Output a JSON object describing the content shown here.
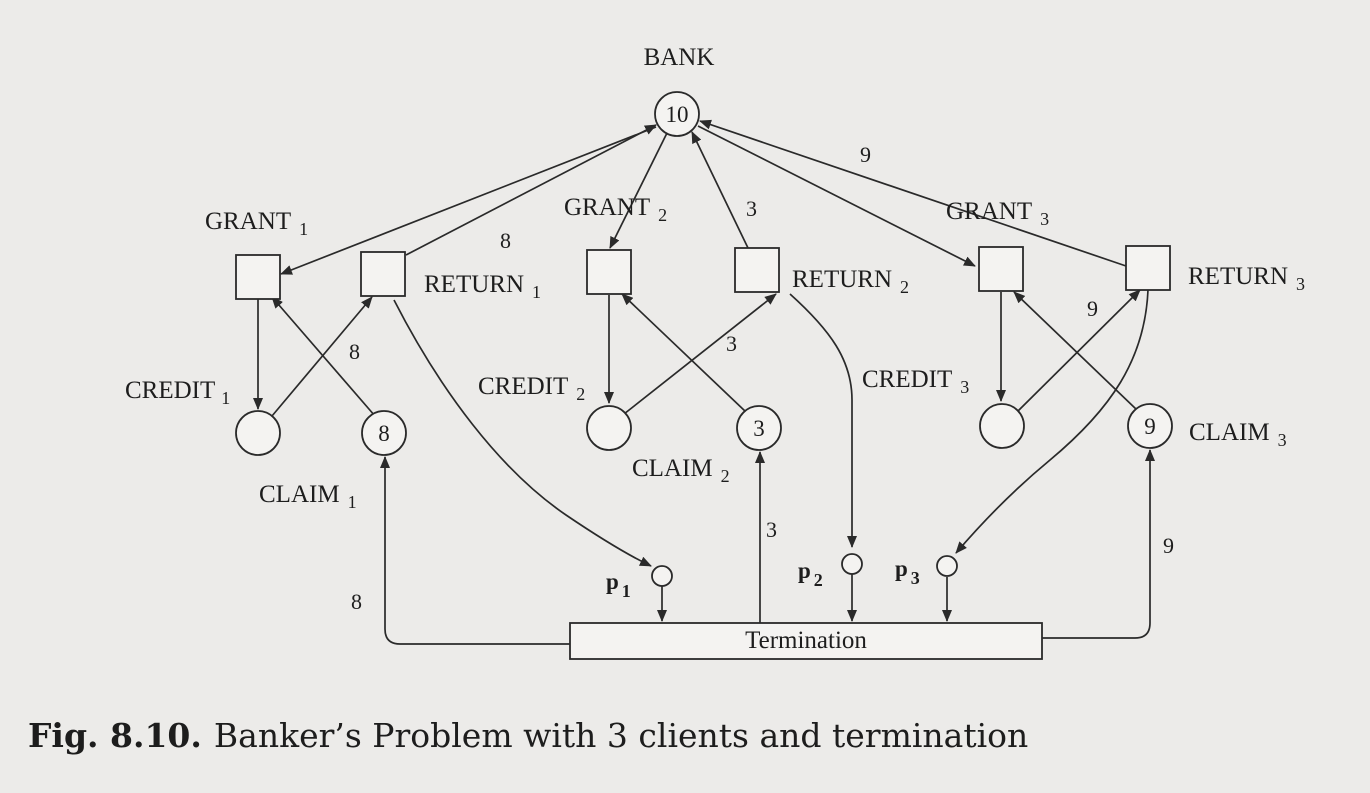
{
  "places": {
    "bank": {
      "label": "BANK",
      "tokens": "10"
    },
    "credit1": {
      "label": "CREDIT",
      "sub": "1"
    },
    "claim1": {
      "label": "CLAIM",
      "sub": "1",
      "tokens": "8"
    },
    "credit2": {
      "label": "CREDIT",
      "sub": "2"
    },
    "claim2": {
      "label": "CLAIM",
      "sub": "2",
      "tokens": "3"
    },
    "credit3": {
      "label": "CREDIT",
      "sub": "3"
    },
    "claim3": {
      "label": "CLAIM",
      "sub": "3",
      "tokens": "9"
    },
    "p1": {
      "label": "p",
      "sub": "1"
    },
    "p2": {
      "label": "p",
      "sub": "2"
    },
    "p3": {
      "label": "p",
      "sub": "3"
    }
  },
  "transitions": {
    "grant1": {
      "label": "GRANT",
      "sub": "1"
    },
    "return1": {
      "label": "RETURN",
      "sub": "1"
    },
    "grant2": {
      "label": "GRANT",
      "sub": "2"
    },
    "return2": {
      "label": "RETURN",
      "sub": "2"
    },
    "grant3": {
      "label": "GRANT",
      "sub": "3"
    },
    "return3": {
      "label": "RETURN",
      "sub": "3"
    },
    "termination": {
      "label": "Termination"
    }
  },
  "weights": {
    "return1_bank": "8",
    "credit1_return1": "8",
    "return2_bank": "3",
    "credit2_return2": "3",
    "return3_bank": "9",
    "credit3_return3": "9",
    "term_claim1": "8",
    "term_claim2": "3",
    "term_claim3": "9"
  },
  "caption": {
    "number": "Fig. 8.10.",
    "text": "Banker’s Problem with 3 clients and termination"
  }
}
